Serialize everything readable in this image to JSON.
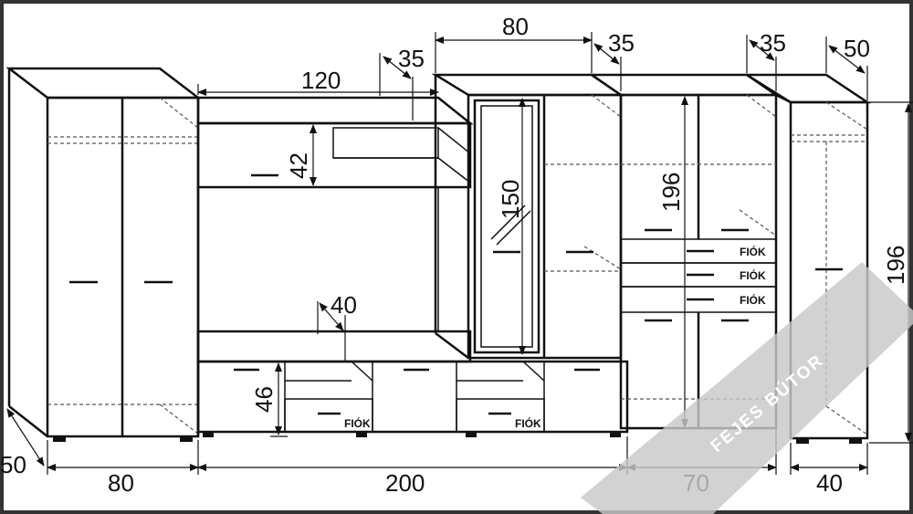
{
  "dimensions": {
    "left_wardrobe_width": "80",
    "left_wardrobe_depth": "50",
    "tv_section_width": "200",
    "right_cabinet_width": "70",
    "right_wardrobe_width": "40",
    "top_shelf_width": "120",
    "top_shelf_depth": "35",
    "glass_unit_width": "80",
    "glass_unit_depth": "35",
    "right_cabinet_depth": "35",
    "right_wardrobe_depth": "50",
    "shelf_height": "42",
    "glass_door_height": "150",
    "cabinet_height": "196",
    "total_height": "196",
    "tv_bench_depth": "40",
    "tv_bench_height": "46"
  },
  "labels": {
    "drawer": "FIÓK"
  },
  "watermark": {
    "text": "FEJES BÚTOR",
    "band_color": "#c8c8c8"
  },
  "colors": {
    "line": "#111111",
    "frame": "#333333",
    "background": "#ffffff"
  }
}
